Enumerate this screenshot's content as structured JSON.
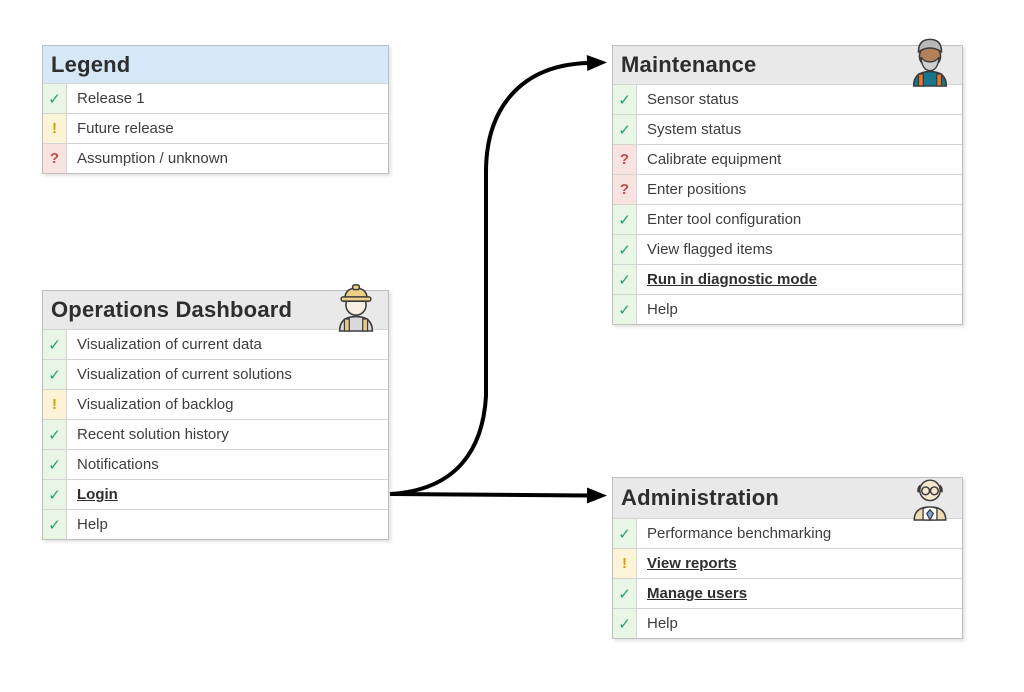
{
  "colors": {
    "legend_header_bg": "#d6e8f8",
    "section_header_bg": "#e9e9e9",
    "check_color": "#22a267",
    "check_bg": "#e9f5e5",
    "future_color": "#d79b00",
    "future_bg": "#fdf4d8",
    "unknown_color": "#bd4f48",
    "unknown_bg": "#f9e3e1",
    "arrow_color": "#000000",
    "border_color": "#bfbfbf"
  },
  "status_glyphs": {
    "check": "✓",
    "future": "!",
    "unknown": "?"
  },
  "legend": {
    "title": "Legend",
    "rows": [
      {
        "status": "check",
        "label": "Release 1"
      },
      {
        "status": "future",
        "label": "Future release"
      },
      {
        "status": "unknown",
        "label": "Assumption / unknown"
      }
    ]
  },
  "operations_dashboard": {
    "title": "Operations Dashboard",
    "icon": "construction-worker",
    "rows": [
      {
        "status": "check",
        "label": "Visualization of current data"
      },
      {
        "status": "check",
        "label": "Visualization of current solutions"
      },
      {
        "status": "future",
        "label": "Visualization of backlog"
      },
      {
        "status": "check",
        "label": "Recent solution history"
      },
      {
        "status": "check",
        "label": "Notifications"
      },
      {
        "status": "check",
        "label": "Login",
        "emphasis": true
      },
      {
        "status": "check",
        "label": "Help"
      }
    ]
  },
  "maintenance": {
    "title": "Maintenance",
    "icon": "mechanic",
    "rows": [
      {
        "status": "check",
        "label": "Sensor status"
      },
      {
        "status": "check",
        "label": "System status"
      },
      {
        "status": "unknown",
        "label": "Calibrate equipment"
      },
      {
        "status": "unknown",
        "label": "Enter positions"
      },
      {
        "status": "check",
        "label": "Enter tool configuration"
      },
      {
        "status": "check",
        "label": "View flagged items"
      },
      {
        "status": "check",
        "label": "Run in diagnostic mode",
        "emphasis": true
      },
      {
        "status": "check",
        "label": "Help"
      }
    ]
  },
  "administration": {
    "title": "Administration",
    "icon": "administrator",
    "rows": [
      {
        "status": "check",
        "label": "Performance benchmarking"
      },
      {
        "status": "future",
        "label": "View reports",
        "emphasis": true
      },
      {
        "status": "check",
        "label": "Manage users",
        "emphasis": true
      },
      {
        "status": "check",
        "label": "Help"
      }
    ]
  },
  "arrows": [
    {
      "from": "operations-dashboard",
      "to": "maintenance"
    },
    {
      "from": "operations-dashboard",
      "to": "administration"
    }
  ]
}
